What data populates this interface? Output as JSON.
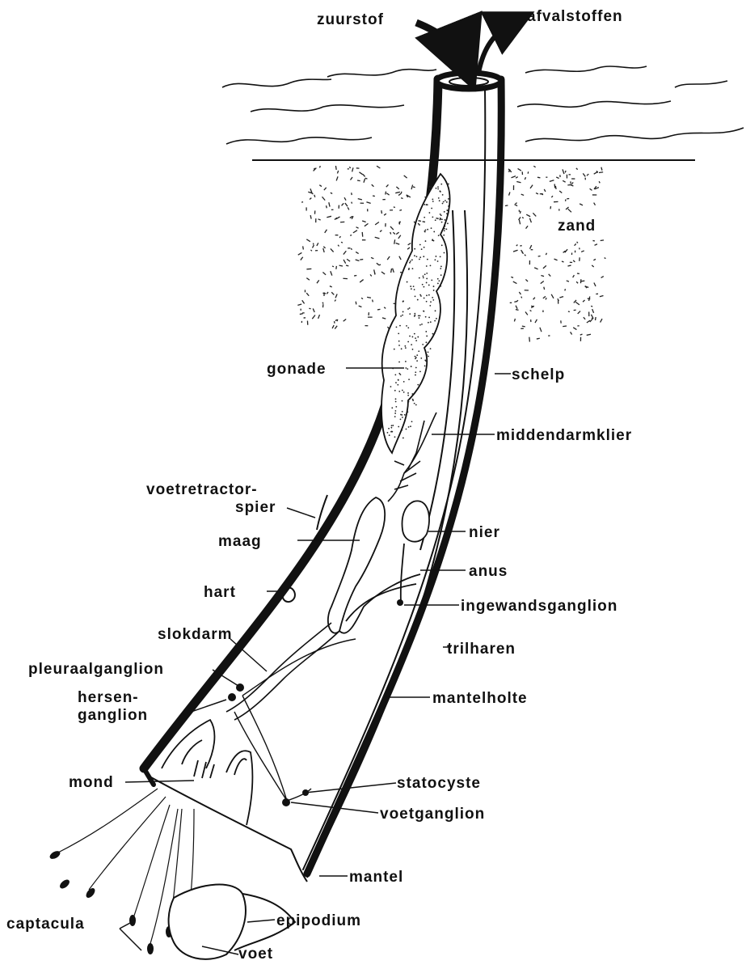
{
  "labels": {
    "zuurstof": "zuurstof",
    "afvalstoffen": "afvalstoffen",
    "zand": "zand",
    "gonade": "gonade",
    "schelp": "schelp",
    "middendarmklier": "middendarmklier",
    "voetretractor_1": "voetretractor-",
    "voetretractor_2": "spier",
    "maag": "maag",
    "nier": "nier",
    "hart": "hart",
    "anus": "anus",
    "ingewandsganglion": "ingewandsganglion",
    "slokdarm": "slokdarm",
    "trilharen": "trilharen",
    "pleuraalganglion": "pleuraalganglion",
    "hersen_1": "hersen-",
    "hersen_2": "ganglion",
    "mantelholte": "mantelholte",
    "mond": "mond",
    "statocyste": "statocyste",
    "voetganglion": "voetganglion",
    "mantel": "mantel",
    "captacula": "captacula",
    "epipodium": "epipodium",
    "voet": "voet"
  },
  "colors": {
    "ink": "#111111",
    "paper": "#ffffff"
  }
}
